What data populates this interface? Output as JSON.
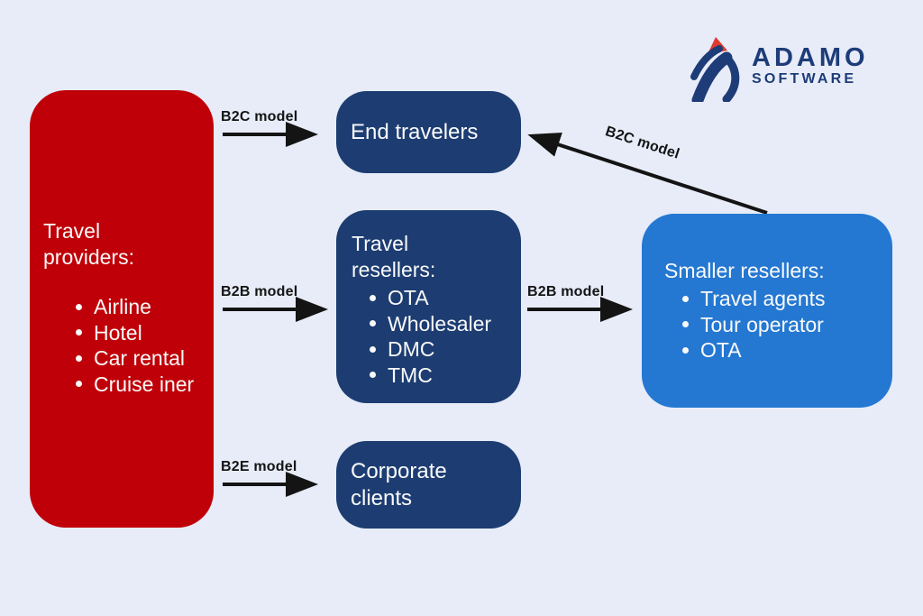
{
  "colors": {
    "background": "#e7ecf8",
    "provider_box": "#c00008",
    "navy_box": "#1d3d72",
    "light_blue_box": "#2478d2",
    "arrow": "#141414",
    "logo_navy": "#1d3c78",
    "logo_red": "#e0392f",
    "box_text": "#fafafa"
  },
  "logo": {
    "line1": "ADAMO",
    "line2": "SOFTWARE"
  },
  "boxes": {
    "providers": {
      "title": "Travel providers:",
      "items": [
        "Airline",
        "Hotel",
        "Car rental",
        "Cruise iner"
      ]
    },
    "end_travelers": {
      "label": "End travelers"
    },
    "resellers": {
      "title": "Travel resellers:",
      "items": [
        "OTA",
        "Wholesaler",
        "DMC",
        "TMC"
      ]
    },
    "corporate": {
      "label": "Corporate clients"
    },
    "smaller_resellers": {
      "title": "Smaller resellers:",
      "items": [
        "Travel agents",
        "Tour operator",
        "OTA"
      ]
    }
  },
  "arrows": {
    "b2c_left": "B2C model",
    "b2b_left": "B2B model",
    "b2e": "B2E model",
    "b2b_right": "B2B model",
    "b2c_diagonal": "B2C model"
  }
}
